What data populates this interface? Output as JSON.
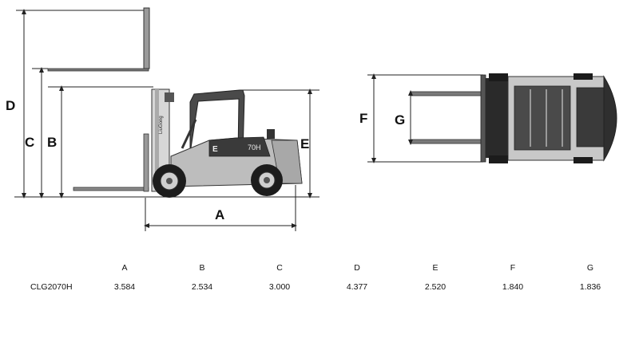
{
  "side_view": {
    "labels": {
      "A": "A",
      "B": "B",
      "C": "C",
      "D": "D",
      "E": "E"
    },
    "mast_brand": "LiuGong",
    "body_logo": "E",
    "body_model": "70H"
  },
  "top_view": {
    "labels": {
      "F": "F",
      "G": "G"
    }
  },
  "spec_table": {
    "headers": [
      "A",
      "B",
      "C",
      "D",
      "E",
      "F",
      "G"
    ],
    "rows": [
      {
        "model": "CLG2070H",
        "values": [
          "3.584",
          "2.534",
          "3.000",
          "4.377",
          "2.520",
          "1.840",
          "1.836"
        ]
      }
    ]
  },
  "colors": {
    "line": "#222222",
    "body_grey": "#b9b9b9",
    "cab_dark": "#3a3a3a",
    "tire": "#1c1c1c"
  }
}
